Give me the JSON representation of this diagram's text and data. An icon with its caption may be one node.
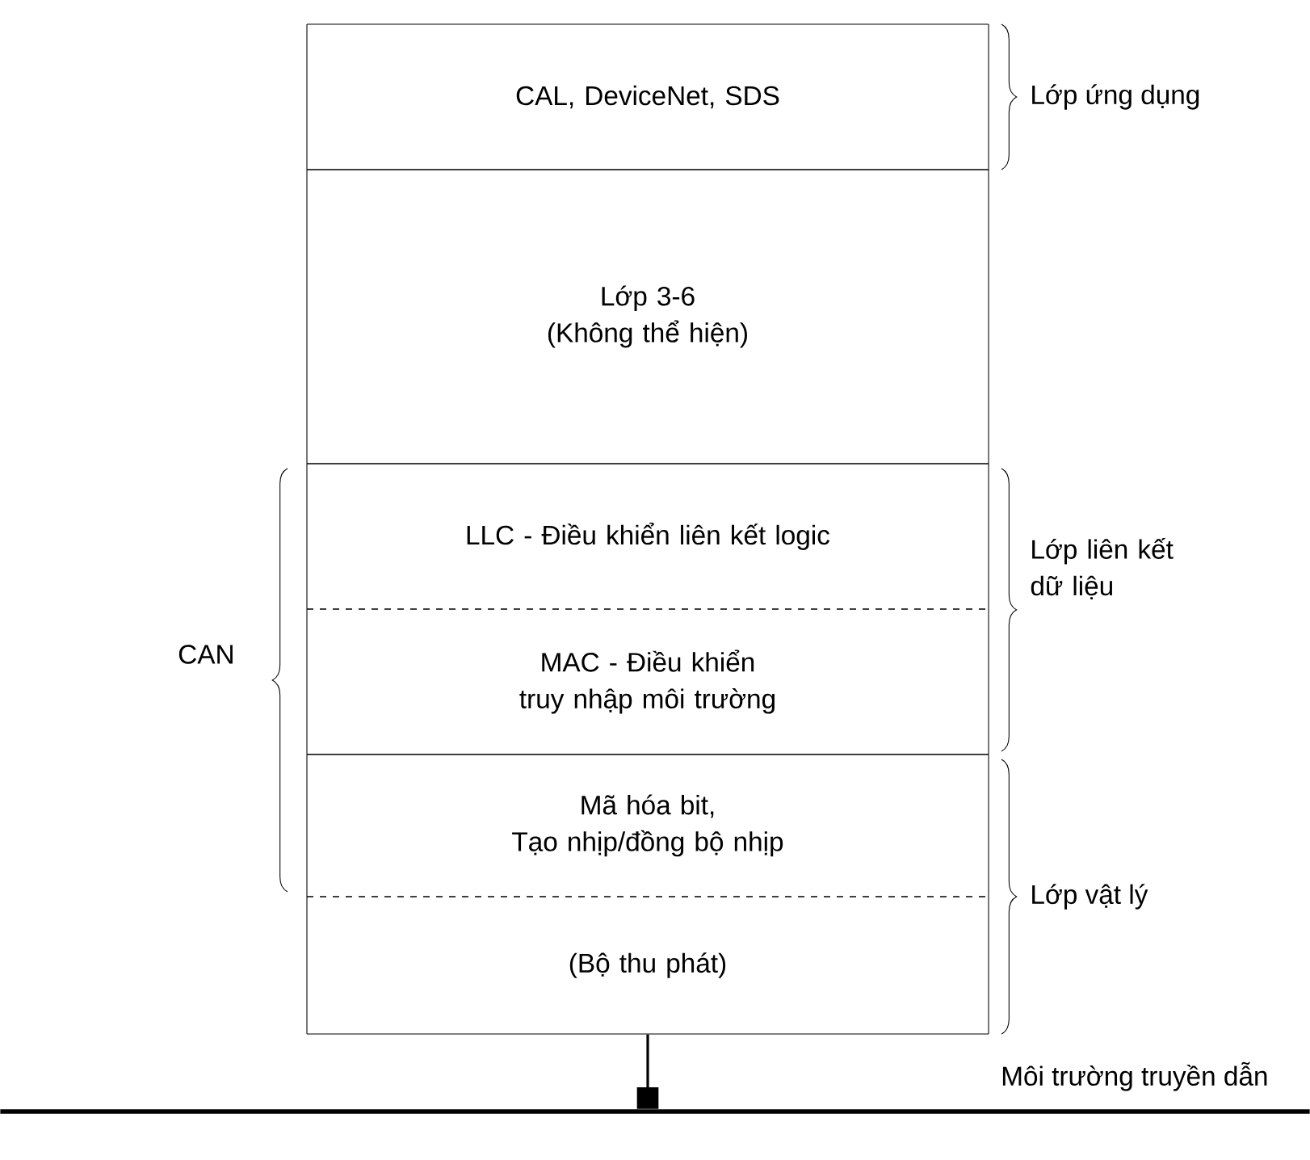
{
  "diagram": {
    "nodes": [
      {
        "text": [
          "CAL, DeviceNet, SDS"
        ]
      },
      {
        "text": [
          "Lớp 3-6",
          "(Không thể hiện)"
        ]
      },
      {
        "text": [
          "LLC - Điều khiển liên kết logic"
        ]
      },
      {
        "text": [
          "MAC - Điều khiển truy nhập môi trường"
        ]
      },
      {
        "text": [
          "Mã hóa bit,",
          "Tạo nhịp/đồng bộ nhịp"
        ]
      },
      {
        "text": [
          "(Bộ thu phát)"
        ]
      },
      {
        "text": [],
        "shape": "bar",
        "beside": [
          "Môi trường truyền dẫn"
        ]
      }
    ],
    "edges": [
      {
        "from": 5,
        "to": 6,
        "arrow": "other"
      }
    ],
    "labels": [
      "Lớp ứng dụng",
      "CAN",
      "Lớp liên kết dữ liệu",
      "Lớp vật lý"
    ]
  }
}
